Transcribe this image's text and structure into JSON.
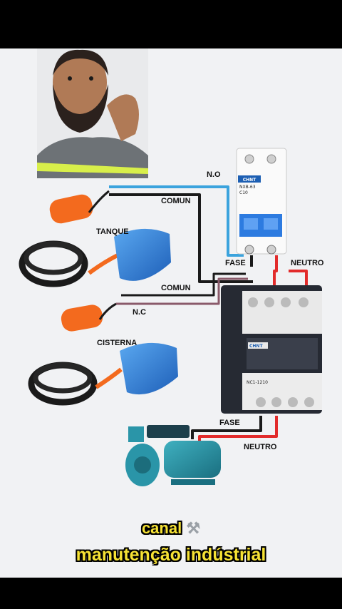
{
  "labels": {
    "no": "N.O",
    "comun_top": "COMUN",
    "tanque": "TANQUE",
    "comun_bottom": "COMUN",
    "nc": "N.C",
    "cisterna": "CISTERNA",
    "fase_top": "FASE",
    "neutro_top": "NEUTRO",
    "fase_bottom": "FASE",
    "neutro_bottom": "NEUTRO"
  },
  "breaker": {
    "brand": "CHNT",
    "model": "NXB-63",
    "rating": "C10"
  },
  "contactor": {
    "brand": "CHNT",
    "model": "NC1-1210"
  },
  "caption": {
    "line1": "canal",
    "tool_icon": "⚒",
    "line2": "manutenção indústrial"
  },
  "colors": {
    "wire_blue": "#3ba3dd",
    "wire_black": "#1a1a1a",
    "wire_red": "#e22b2b",
    "wire_brown": "#8a5a6a",
    "caption_yellow": "#f6e234"
  }
}
